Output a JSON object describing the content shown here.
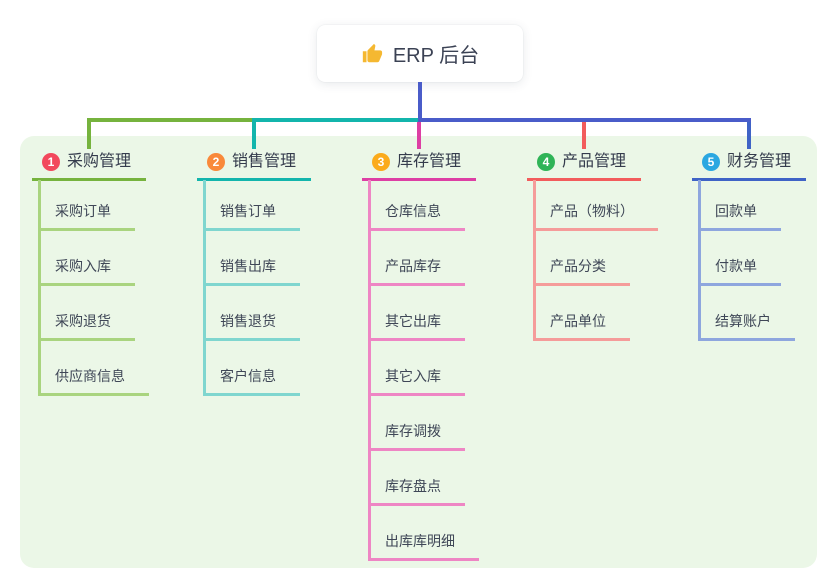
{
  "root": {
    "label": "ERP 后台",
    "icon": "thumbs-up-icon",
    "icon_color": "#f5b831",
    "line_color": "#4a5cc9",
    "text_color": "#3b4254",
    "box_bg": "#ffffff"
  },
  "panel": {
    "bg": "#ebf7e7"
  },
  "text_colors": {
    "header": "#343b4c",
    "child": "#3f4757"
  },
  "branches": [
    {
      "badge": "1",
      "badge_color": "#f2485c",
      "label": "采购管理",
      "line_color": "#76b33e",
      "line_light": "#a9d47f",
      "children": [
        "采购订单",
        "采购入库",
        "采购退货",
        "供应商信息"
      ]
    },
    {
      "badge": "2",
      "badge_color": "#f9893a",
      "label": "销售管理",
      "line_color": "#13b5ac",
      "line_light": "#7fd6cf",
      "children": [
        "销售订单",
        "销售出库",
        "销售退货",
        "客户信息"
      ]
    },
    {
      "badge": "3",
      "badge_color": "#fbab1c",
      "label": "库存管理",
      "line_color": "#dd3fa4",
      "line_light": "#ee86c4",
      "children": [
        "仓库信息",
        "产品库存",
        "其它出库",
        "其它入库",
        "库存调拨",
        "库存盘点",
        "出库库明细"
      ]
    },
    {
      "badge": "4",
      "badge_color": "#2fb457",
      "label": "产品管理",
      "line_color": "#f25c5c",
      "line_light": "#f59c9a",
      "children": [
        "产品（物料）",
        "产品分类",
        "产品单位"
      ]
    },
    {
      "badge": "5",
      "badge_color": "#2aa7e1",
      "label": "财务管理",
      "line_color": "#3f63c6",
      "line_light": "#8ea6de",
      "children": [
        "回款单",
        "付款单",
        "结算账户"
      ]
    }
  ]
}
